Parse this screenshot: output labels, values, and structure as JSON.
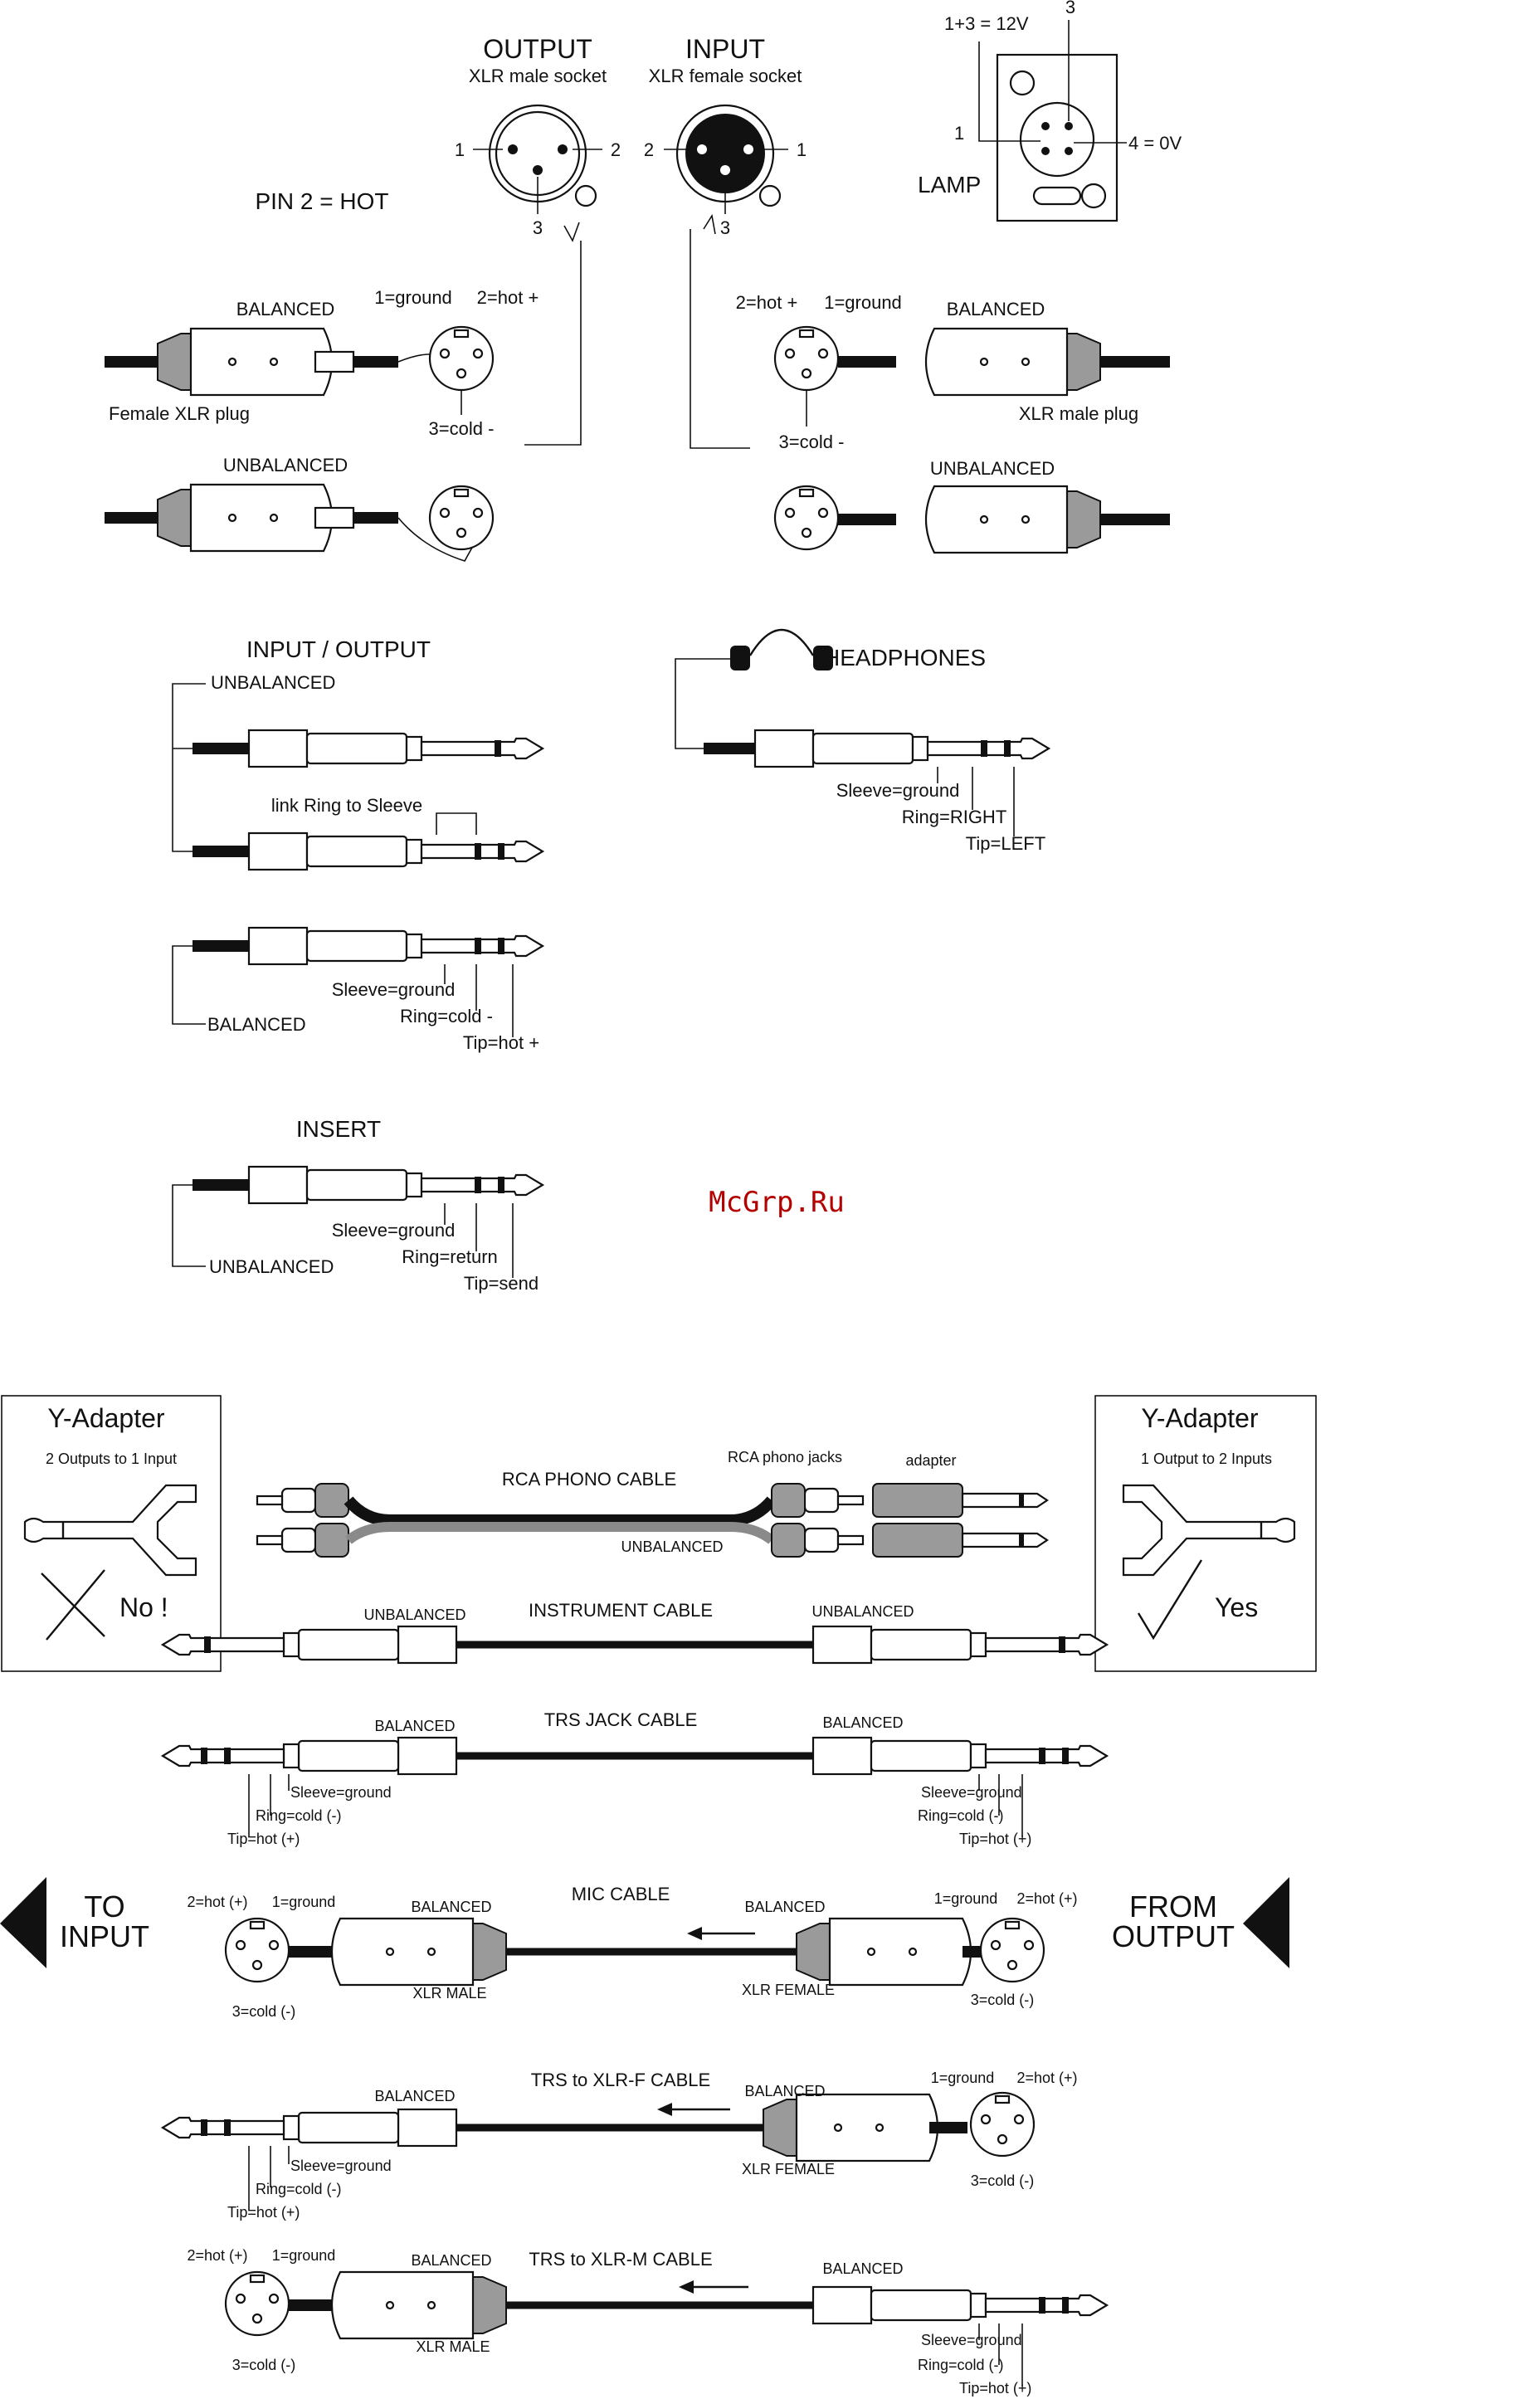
{
  "watermark": "McGrp.Ru",
  "xlr_panel": {
    "output_title": "OUTPUT",
    "output_sub": "XLR male socket",
    "input_title": "INPUT",
    "input_sub": "XLR female socket",
    "pin1": "1",
    "pin2": "2",
    "pin3": "3",
    "pin_hot": "PIN 2 = HOT"
  },
  "lamp": {
    "label": "LAMP",
    "v12": "1+3 = 12V",
    "pin3": "3",
    "pin1": "1",
    "v0": "4 = 0V"
  },
  "xlr_wiring": {
    "balanced": "BALANCED",
    "unbalanced": "UNBALANCED",
    "ground": "1=ground",
    "hot": "2=hot +",
    "cold": "3=cold -",
    "female_plug": "Female XLR plug",
    "male_plug": "XLR male plug",
    "p1": "1",
    "p2": "2",
    "p3": "3"
  },
  "io_jack": {
    "title": "INPUT / OUTPUT",
    "unbalanced": "UNBALANCED",
    "link": "link Ring to Sleeve",
    "balanced": "BALANCED",
    "sleeve": "Sleeve=ground",
    "ring": "Ring=cold -",
    "tip": "Tip=hot +"
  },
  "headphones": {
    "title": "HEADPHONES",
    "sleeve": "Sleeve=ground",
    "ring": "Ring=RIGHT",
    "tip": "Tip=LEFT"
  },
  "insert": {
    "title": "INSERT",
    "sleeve": "Sleeve=ground",
    "ring": "Ring=return",
    "tip": "Tip=send",
    "unbalanced": "UNBALANCED"
  },
  "y_left": {
    "title": "Y-Adapter",
    "sub": "2 Outputs to 1 Input",
    "verdict": "No !"
  },
  "y_right": {
    "title": "Y-Adapter",
    "sub": "1 Output to 2 Inputs",
    "verdict": "Yes"
  },
  "rca": {
    "title": "RCA PHONO CABLE",
    "jacks": "RCA phono jacks",
    "adapter": "adapter",
    "unbalanced": "UNBALANCED"
  },
  "instrument": {
    "title": "INSTRUMENT CABLE",
    "left": "UNBALANCED",
    "right": "UNBALANCED"
  },
  "trs": {
    "title": "TRS JACK CABLE",
    "left": "BALANCED",
    "right": "BALANCED",
    "sleeve": "Sleeve=ground",
    "ring": "Ring=cold (-)",
    "tip": "Tip=hot (+)"
  },
  "mic": {
    "title": "MIC CABLE",
    "to_input_1": "TO",
    "to_input_2": "INPUT",
    "from_output_1": "FROM",
    "from_output_2": "OUTPUT",
    "hot": "2=hot (+)",
    "ground": "1=ground",
    "cold": "3=cold (-)",
    "bal_left": "BALANCED",
    "bal_right": "BALANCED",
    "xlr_male": "XLR MALE",
    "xlr_female": "XLR FEMALE"
  },
  "trs_xlrf": {
    "title": "TRS to XLR-F CABLE",
    "bal_left": "BALANCED",
    "bal_right": "BALANCED",
    "sleeve": "Sleeve=ground",
    "ring": "Ring=cold (-)",
    "tip": "Tip=hot (+)",
    "ground": "1=ground",
    "hot": "2=hot (+)",
    "cold": "3=cold (-)",
    "xlr_female": "XLR FEMALE"
  },
  "trs_xlrm": {
    "title": "TRS to XLR-M CABLE",
    "hot": "2=hot (+)",
    "ground": "1=ground",
    "cold": "3=cold (-)",
    "bal_left": "BALANCED",
    "bal_right": "BALANCED",
    "xlr_male": "XLR MALE",
    "sleeve": "Sleeve=ground",
    "ring": "Ring=cold (-)",
    "tip": "Tip=hot (+)"
  }
}
